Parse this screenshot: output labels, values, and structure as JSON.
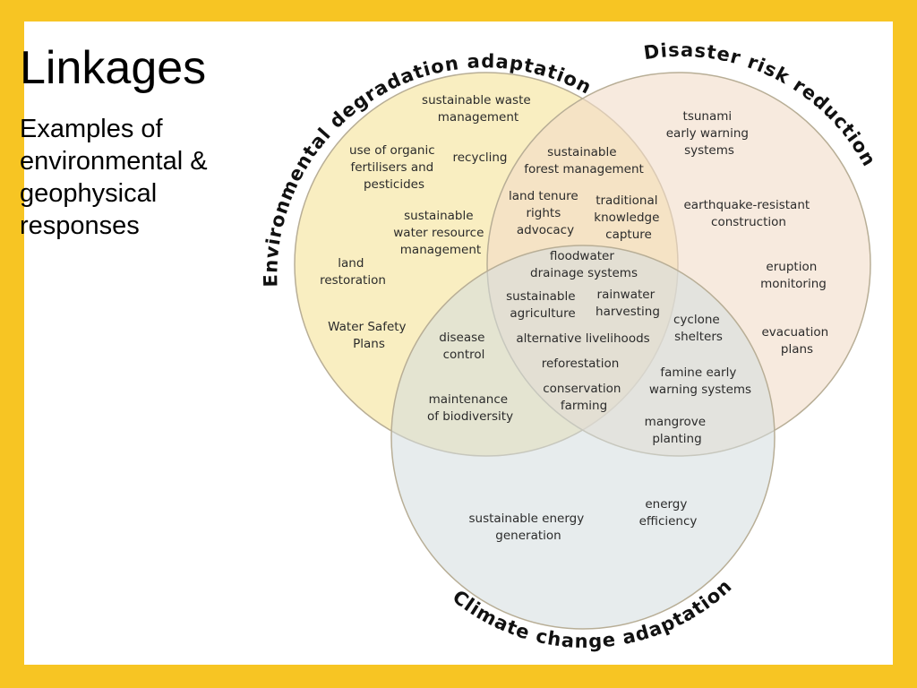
{
  "slide": {
    "title": "Linkages",
    "subtitle": "Examples of environmental & geophysical responses"
  },
  "colors": {
    "frame": "#F7C523",
    "environmental": "#F7E7A6",
    "disaster": "#F2DCC8",
    "climate": "#D3DDDE",
    "outline": "#B8AE96"
  },
  "diagram": {
    "circles": {
      "environmental": "Environmental degradation adaptation",
      "disaster": "Disaster risk reduction",
      "climate": "Climate change adaptation"
    },
    "items": {
      "sustainable_waste_management": [
        "sustainable waste",
        "management"
      ],
      "use_of_organic_fertilisers": [
        "use of organic",
        "fertilisers and",
        "pesticides"
      ],
      "recycling": [
        "recycling"
      ],
      "sustainable_water_resource_management": [
        "sustainable",
        "water resource",
        "management"
      ],
      "land_restoration": [
        "land",
        "restoration"
      ],
      "water_safety_plans": [
        "Water Safety",
        "Plans"
      ],
      "sustainable_forest_management": [
        "sustainable",
        "forest management"
      ],
      "land_tenure_rights_advocacy": [
        "land tenure",
        "rights",
        "advocacy"
      ],
      "traditional_knowledge_capture": [
        "traditional",
        "knowledge",
        "capture"
      ],
      "tsunami_early_warning": [
        "tsunami",
        "early warning",
        "systems"
      ],
      "earthquake_resistant_construction": [
        "earthquake-resistant",
        "construction"
      ],
      "eruption_monitoring": [
        "eruption",
        "monitoring"
      ],
      "evacuation_plans": [
        "evacuation",
        "plans"
      ],
      "floodwater_drainage": [
        "floodwater",
        "drainage systems"
      ],
      "sustainable_agriculture": [
        "sustainable",
        "agriculture"
      ],
      "rainwater_harvesting": [
        "rainwater",
        "harvesting"
      ],
      "alternative_livelihoods": [
        "alternative livelihoods"
      ],
      "reforestation": [
        "reforestation"
      ],
      "conservation_farming": [
        "conservation",
        "farming"
      ],
      "disease_control": [
        "disease",
        "control"
      ],
      "maintenance_of_biodiversity": [
        "maintenance",
        "of biodiversity"
      ],
      "cyclone_shelters": [
        "cyclone",
        "shelters"
      ],
      "famine_early_warning": [
        "famine early",
        "warning systems"
      ],
      "mangrove_planting": [
        "mangrove",
        "planting"
      ],
      "sustainable_energy_generation": [
        "sustainable energy",
        "generation"
      ],
      "energy_efficiency": [
        "energy",
        "efficiency"
      ]
    }
  }
}
